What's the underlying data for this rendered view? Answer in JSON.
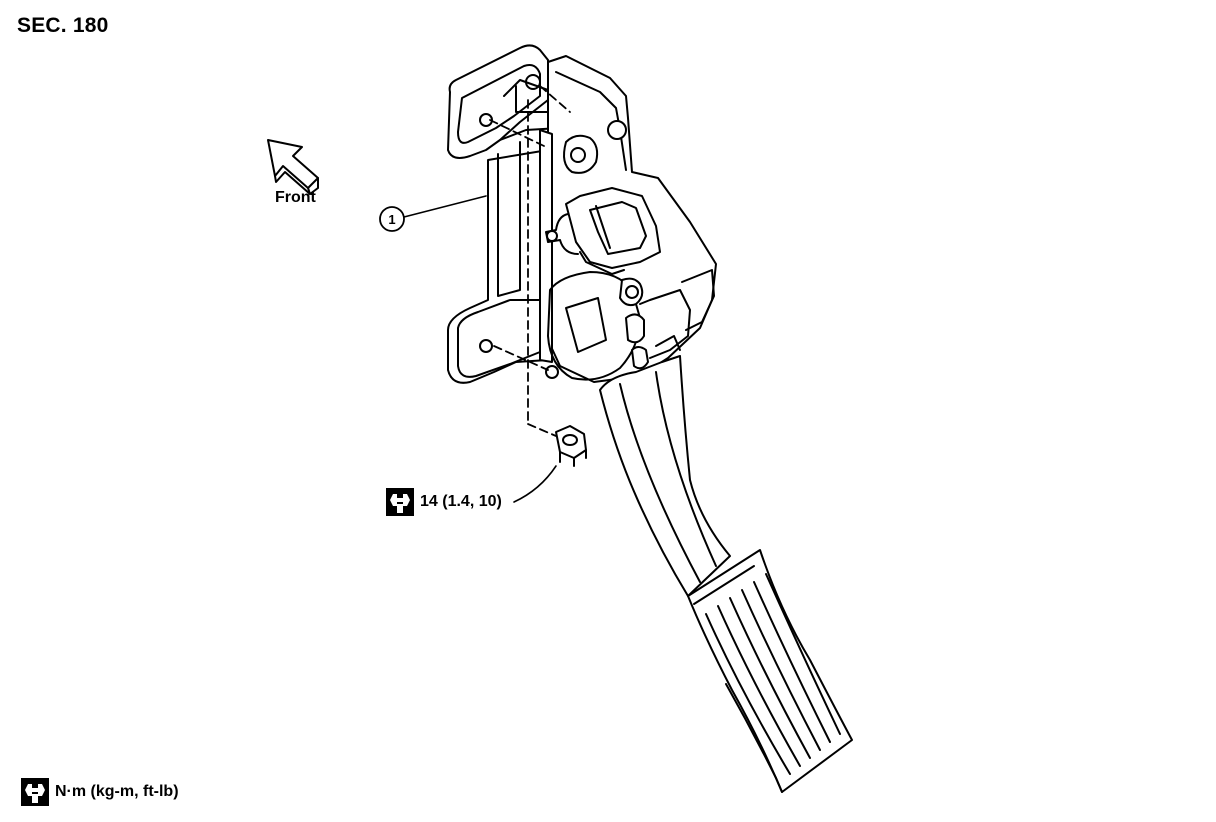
{
  "section": "SEC. 180",
  "direction": {
    "label": "Front",
    "icon": "front-arrow-icon"
  },
  "callouts": [
    {
      "number": "1"
    }
  ],
  "torque": {
    "icon": "torque-wrench-icon",
    "value": "14 (1.4, 10)"
  },
  "legend": {
    "icon": "torque-wrench-icon",
    "units": "N·m (kg-m, ft-lb)"
  }
}
